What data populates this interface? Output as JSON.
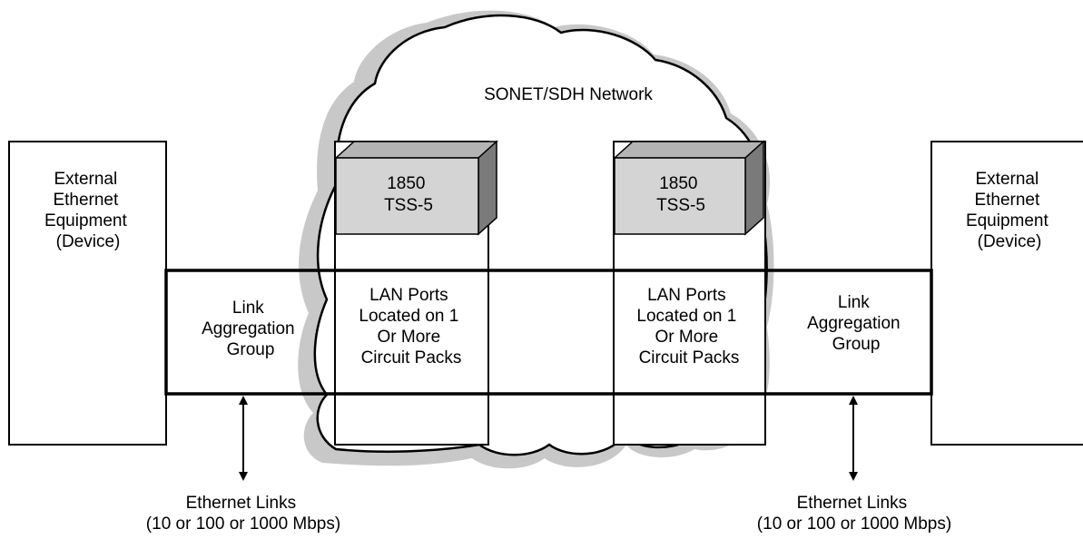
{
  "diagram": {
    "network_label": "SONET/SDH Network",
    "left_equipment": [
      "External",
      "Ethernet",
      "Equipment",
      "(Device)"
    ],
    "right_equipment": [
      "External",
      "Ethernet",
      "Equipment",
      "(Device)"
    ],
    "left_node": [
      "1850",
      "TSS-5"
    ],
    "right_node": [
      "1850",
      "TSS-5"
    ],
    "left_lag": [
      "Link",
      "Aggregation",
      "Group"
    ],
    "right_lag": [
      "Link",
      "Aggregation",
      "Group"
    ],
    "left_lan": [
      "LAN Ports",
      "Located on 1",
      "Or More",
      "Circuit Packs"
    ],
    "right_lan": [
      "LAN Ports",
      "Located on 1",
      "Or More",
      "Circuit Packs"
    ],
    "left_links": [
      "Ethernet Links",
      "(10 or 100 or 1000 Mbps)"
    ],
    "right_links": [
      "Ethernet Links",
      "(10 or 100 or 1000 Mbps)"
    ]
  },
  "colors": {
    "line": "#000000",
    "cloud_shadow": "#c8c8c8",
    "box_front": "#d4d4d4",
    "box_top": "#b4b4b4",
    "box_side": "#7a7a7a"
  }
}
